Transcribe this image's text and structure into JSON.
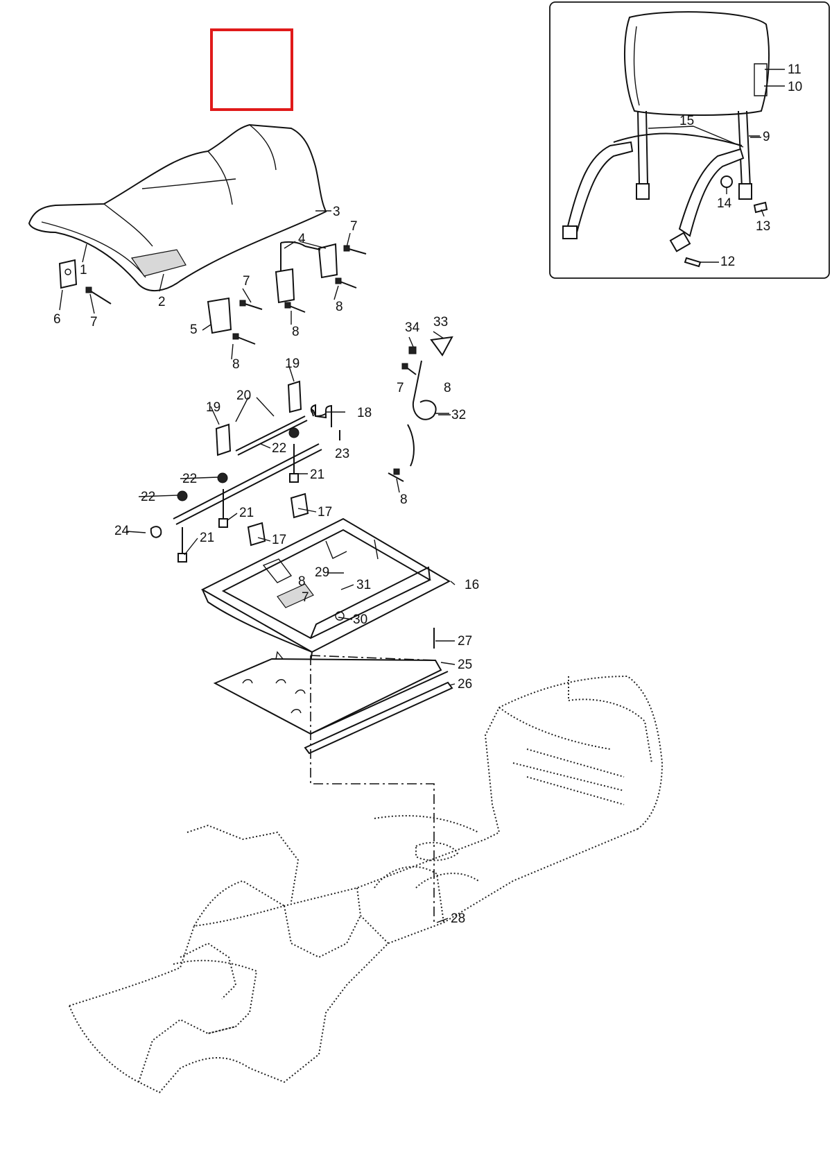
{
  "highlight_color": "#e01a1a",
  "line_color": "#111111",
  "background": "#ffffff",
  "callouts": [
    {
      "id": "c1",
      "text": "1"
    },
    {
      "id": "c2",
      "text": "2"
    },
    {
      "id": "c3",
      "text": "3"
    },
    {
      "id": "c4",
      "text": "4"
    },
    {
      "id": "c5",
      "text": "5"
    },
    {
      "id": "c6",
      "text": "6"
    },
    {
      "id": "c7a",
      "text": "7"
    },
    {
      "id": "c7b",
      "text": "7"
    },
    {
      "id": "c7c",
      "text": "7"
    },
    {
      "id": "c7d",
      "text": "7"
    },
    {
      "id": "c7e",
      "text": "7"
    },
    {
      "id": "c8a",
      "text": "8"
    },
    {
      "id": "c8b",
      "text": "8"
    },
    {
      "id": "c8c",
      "text": "8"
    },
    {
      "id": "c8d",
      "text": "8"
    },
    {
      "id": "c8e",
      "text": "8"
    },
    {
      "id": "c8f",
      "text": "8"
    },
    {
      "id": "c9",
      "text": "9"
    },
    {
      "id": "c10",
      "text": "10"
    },
    {
      "id": "c11",
      "text": "11"
    },
    {
      "id": "c12",
      "text": "12"
    },
    {
      "id": "c13",
      "text": "13"
    },
    {
      "id": "c14",
      "text": "14"
    },
    {
      "id": "c15",
      "text": "15"
    },
    {
      "id": "c16",
      "text": "16"
    },
    {
      "id": "c17a",
      "text": "17"
    },
    {
      "id": "c17b",
      "text": "17"
    },
    {
      "id": "c18",
      "text": "18"
    },
    {
      "id": "c19a",
      "text": "19"
    },
    {
      "id": "c19b",
      "text": "19"
    },
    {
      "id": "c20",
      "text": "20"
    },
    {
      "id": "c21a",
      "text": "21"
    },
    {
      "id": "c21b",
      "text": "21"
    },
    {
      "id": "c21c",
      "text": "21"
    },
    {
      "id": "c22a",
      "text": "22"
    },
    {
      "id": "c22b",
      "text": "22"
    },
    {
      "id": "c22c",
      "text": "22"
    },
    {
      "id": "c23",
      "text": "23"
    },
    {
      "id": "c24",
      "text": "24"
    },
    {
      "id": "c25",
      "text": "25"
    },
    {
      "id": "c26",
      "text": "26"
    },
    {
      "id": "c27",
      "text": "27"
    },
    {
      "id": "c28",
      "text": "28"
    },
    {
      "id": "c29",
      "text": "29"
    },
    {
      "id": "c30",
      "text": "30"
    },
    {
      "id": "c31",
      "text": "31"
    },
    {
      "id": "c32",
      "text": "32"
    },
    {
      "id": "c33",
      "text": "33"
    },
    {
      "id": "c34",
      "text": "34"
    }
  ]
}
